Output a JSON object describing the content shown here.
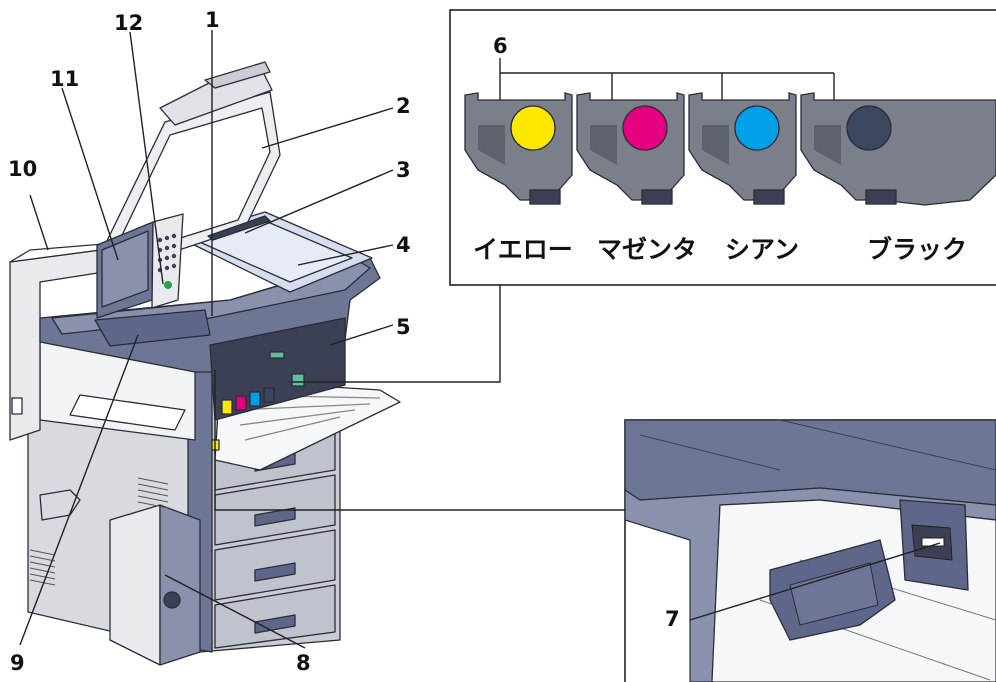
{
  "callouts": [
    {
      "id": "1",
      "label": "1"
    },
    {
      "id": "2",
      "label": "2"
    },
    {
      "id": "3",
      "label": "3"
    },
    {
      "id": "4",
      "label": "4"
    },
    {
      "id": "5",
      "label": "5"
    },
    {
      "id": "6",
      "label": "6"
    },
    {
      "id": "7",
      "label": "7"
    },
    {
      "id": "8",
      "label": "8"
    },
    {
      "id": "9",
      "label": "9"
    },
    {
      "id": "10",
      "label": "10"
    },
    {
      "id": "11",
      "label": "11"
    },
    {
      "id": "12",
      "label": "12"
    }
  ],
  "toner_cartridges": [
    {
      "label": "イエロー",
      "color": "#FFE800"
    },
    {
      "label": "マゼンタ",
      "color": "#E4007F"
    },
    {
      "label": "シアン",
      "color": "#00A0E9"
    },
    {
      "label": "ブラック",
      "color": "#3B4660"
    }
  ],
  "colors": {
    "body_gray": "#D7DADF",
    "body_dark": "#5E6789",
    "body_mid": "#8A91AC",
    "panel_light": "#E8EAEE",
    "outline": "#2A2D38"
  }
}
